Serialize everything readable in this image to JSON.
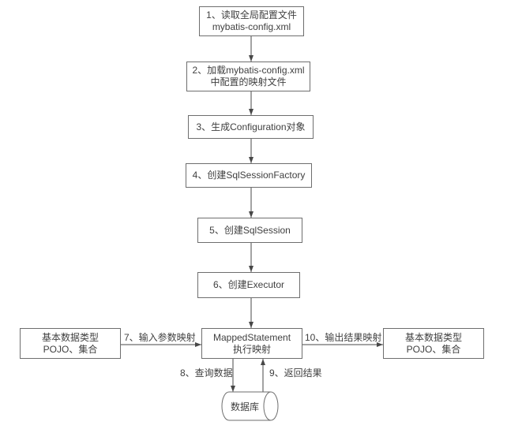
{
  "colors": {
    "background": "#ffffff",
    "box_border": "#6e6e6e",
    "text": "#404040",
    "arrow": "#474747"
  },
  "nodes": {
    "step1": {
      "line1": "1、读取全局配置文件",
      "line2": "mybatis-config.xml"
    },
    "step2": {
      "line1": "2、加载mybatis-config.xml",
      "line2": "中配置的映射文件"
    },
    "step3": {
      "line1": "3、生成Configuration对象"
    },
    "step4": {
      "line1": "4、创建SqlSessionFactory"
    },
    "step5": {
      "line1": "5、创建SqlSession"
    },
    "step6": {
      "line1": "6、创建Executor"
    },
    "mapped_statement": {
      "line1": "MappedStatement",
      "line2": "执行映射"
    },
    "param_input": {
      "line1": "基本数据类型",
      "line2": "POJO、集合"
    },
    "result_output": {
      "line1": "基本数据类型",
      "line2": "POJO、集合"
    },
    "database": {
      "label": "数据库"
    }
  },
  "edge_labels": {
    "input_mapping": "7、输入参数映射",
    "output_mapping": "10、输出结果映射",
    "query_data": "8、查询数据",
    "return_result": "9、返回结果"
  }
}
